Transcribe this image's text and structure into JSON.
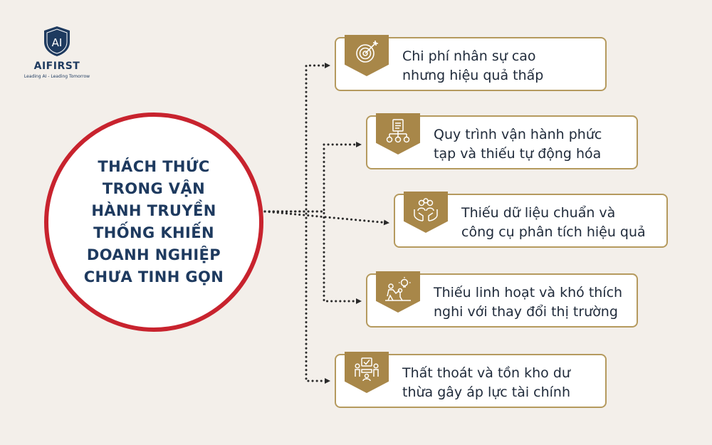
{
  "logo": {
    "mark": "AI",
    "name": "AIFIRST",
    "tagline": "Leading AI - Leading Tomorrow"
  },
  "center": {
    "title": "THÁCH THỨC TRONG VẬN HÀNH TRUYỀN THỐNG KHIẾN DOANH NGHIỆP CHƯA TINH GỌN"
  },
  "items": [
    {
      "label": "Chi phí nhân sự cao\nnhưng hiệu quả thấp",
      "icon": "target-icon"
    },
    {
      "label": "Quy trình vận hành phức\ntạp và thiếu tự động hóa",
      "icon": "process-document-icon"
    },
    {
      "label": "Thiếu dữ liệu chuẩn và\ncông cụ phân tích hiệu quả",
      "icon": "team-hands-icon"
    },
    {
      "label": "Thiếu linh hoạt và khó thích\nnghi với thay đổi thị trường",
      "icon": "brainstorm-idea-icon"
    },
    {
      "label": "Thất thoát và tồn kho dư\nthừa gây áp lực tài chính",
      "icon": "meeting-checklist-icon"
    }
  ],
  "colors": {
    "background": "#f3efea",
    "navy": "#1e3a5f",
    "circle_border": "#c8232e",
    "gold": "#a88749",
    "card_border": "#b59a5e",
    "connector": "#2a2a2a"
  }
}
